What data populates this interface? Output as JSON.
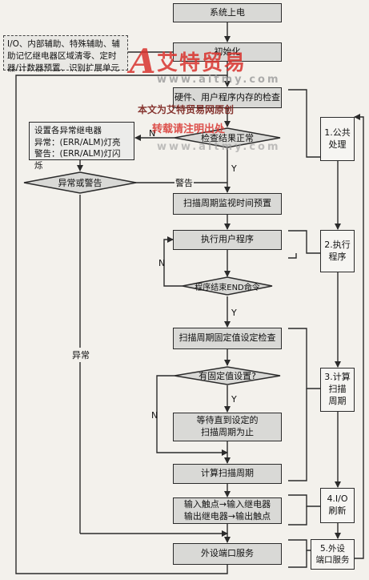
{
  "boxes": {
    "power_on": "系统上电",
    "init": "初始化",
    "hw_check": "硬件、用户程序内存的检查",
    "watchdog_preset": "扫描周期监视时间预置",
    "execute_program": "执行用户程序",
    "fixed_check": "扫描周期固定值设定检查",
    "wait_cycle": [
      "等待直到设定的",
      "扫描周期为止"
    ],
    "calc_cycle": "计算扫描周期",
    "io_refresh": [
      "输入触点→输入继电器",
      "输出继电器→输出触点"
    ],
    "peripheral": "外设端口服务"
  },
  "decisions": {
    "check_ok": "检查结果正常",
    "abnormal_warning": "异常或警告",
    "end_cmd": "程序结束END命令",
    "fixed_set": "有固定值设置?"
  },
  "init_note": [
    "I/O、内部辅助、特殊辅助、辅",
    "助记忆继电器区域清零、定时",
    "器/计数器预置、识别扩展单元"
  ],
  "alarm_box": [
    "设置各异常继电器",
    "异常：(ERR/ALM)灯亮",
    "警告：(ERR/ALM)灯闪烁"
  ],
  "edge_labels": {
    "n1": "N",
    "y1": "Y",
    "warning": "警告",
    "n2": "N",
    "y2": "Y",
    "y3": "Y",
    "n3": "N",
    "abnormal": "异常"
  },
  "phases": [
    [
      "1.公共",
      "处理"
    ],
    [
      "2.执行",
      "程序"
    ],
    [
      "3.计算",
      "扫描",
      "周期"
    ],
    [
      "4.I/O",
      "刷新"
    ],
    [
      "5.外设",
      "端口服务"
    ]
  ],
  "watermarks": {
    "logo_letter": "A",
    "brand": "艾特贸易",
    "url1": "www.aitmy.com",
    "notice1": "本文为艾特贸易网原创",
    "notice2": "转载请注明出处",
    "url2": "www.aitmy.com"
  },
  "colors": {
    "box_fill": "#d9d9d6",
    "line": "#2b2b2b",
    "watermark": "#d9332e"
  }
}
